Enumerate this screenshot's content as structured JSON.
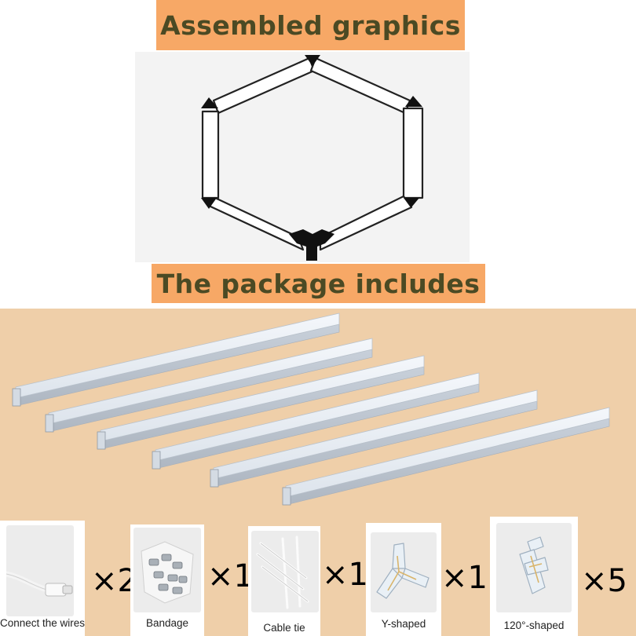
{
  "headings": {
    "assembled": "Assembled graphics",
    "package": "The package includes"
  },
  "colors": {
    "banner": "#f7a866",
    "banner_text": "#4b4a24",
    "package_background": "#efcfa9",
    "bar": "#e4eaf1"
  },
  "assembled_graphic": {
    "shape": "hexagon",
    "connector_count": 6,
    "y_connector_count": 1
  },
  "light_bars": {
    "count": 6
  },
  "accessories": [
    {
      "label": "Connect the wires",
      "quantity": "×2",
      "icon": "wire-connector-icon"
    },
    {
      "label": "Bandage",
      "quantity": "×1",
      "icon": "clips-bag-icon"
    },
    {
      "label": "Cable tie",
      "quantity": "×1",
      "icon": "cable-tie-icon"
    },
    {
      "label": "Y-shaped",
      "quantity": "×1",
      "icon": "y-connector-icon"
    },
    {
      "label": "120°-shaped",
      "quantity": "×5",
      "icon": "angle-connector-icon"
    }
  ]
}
